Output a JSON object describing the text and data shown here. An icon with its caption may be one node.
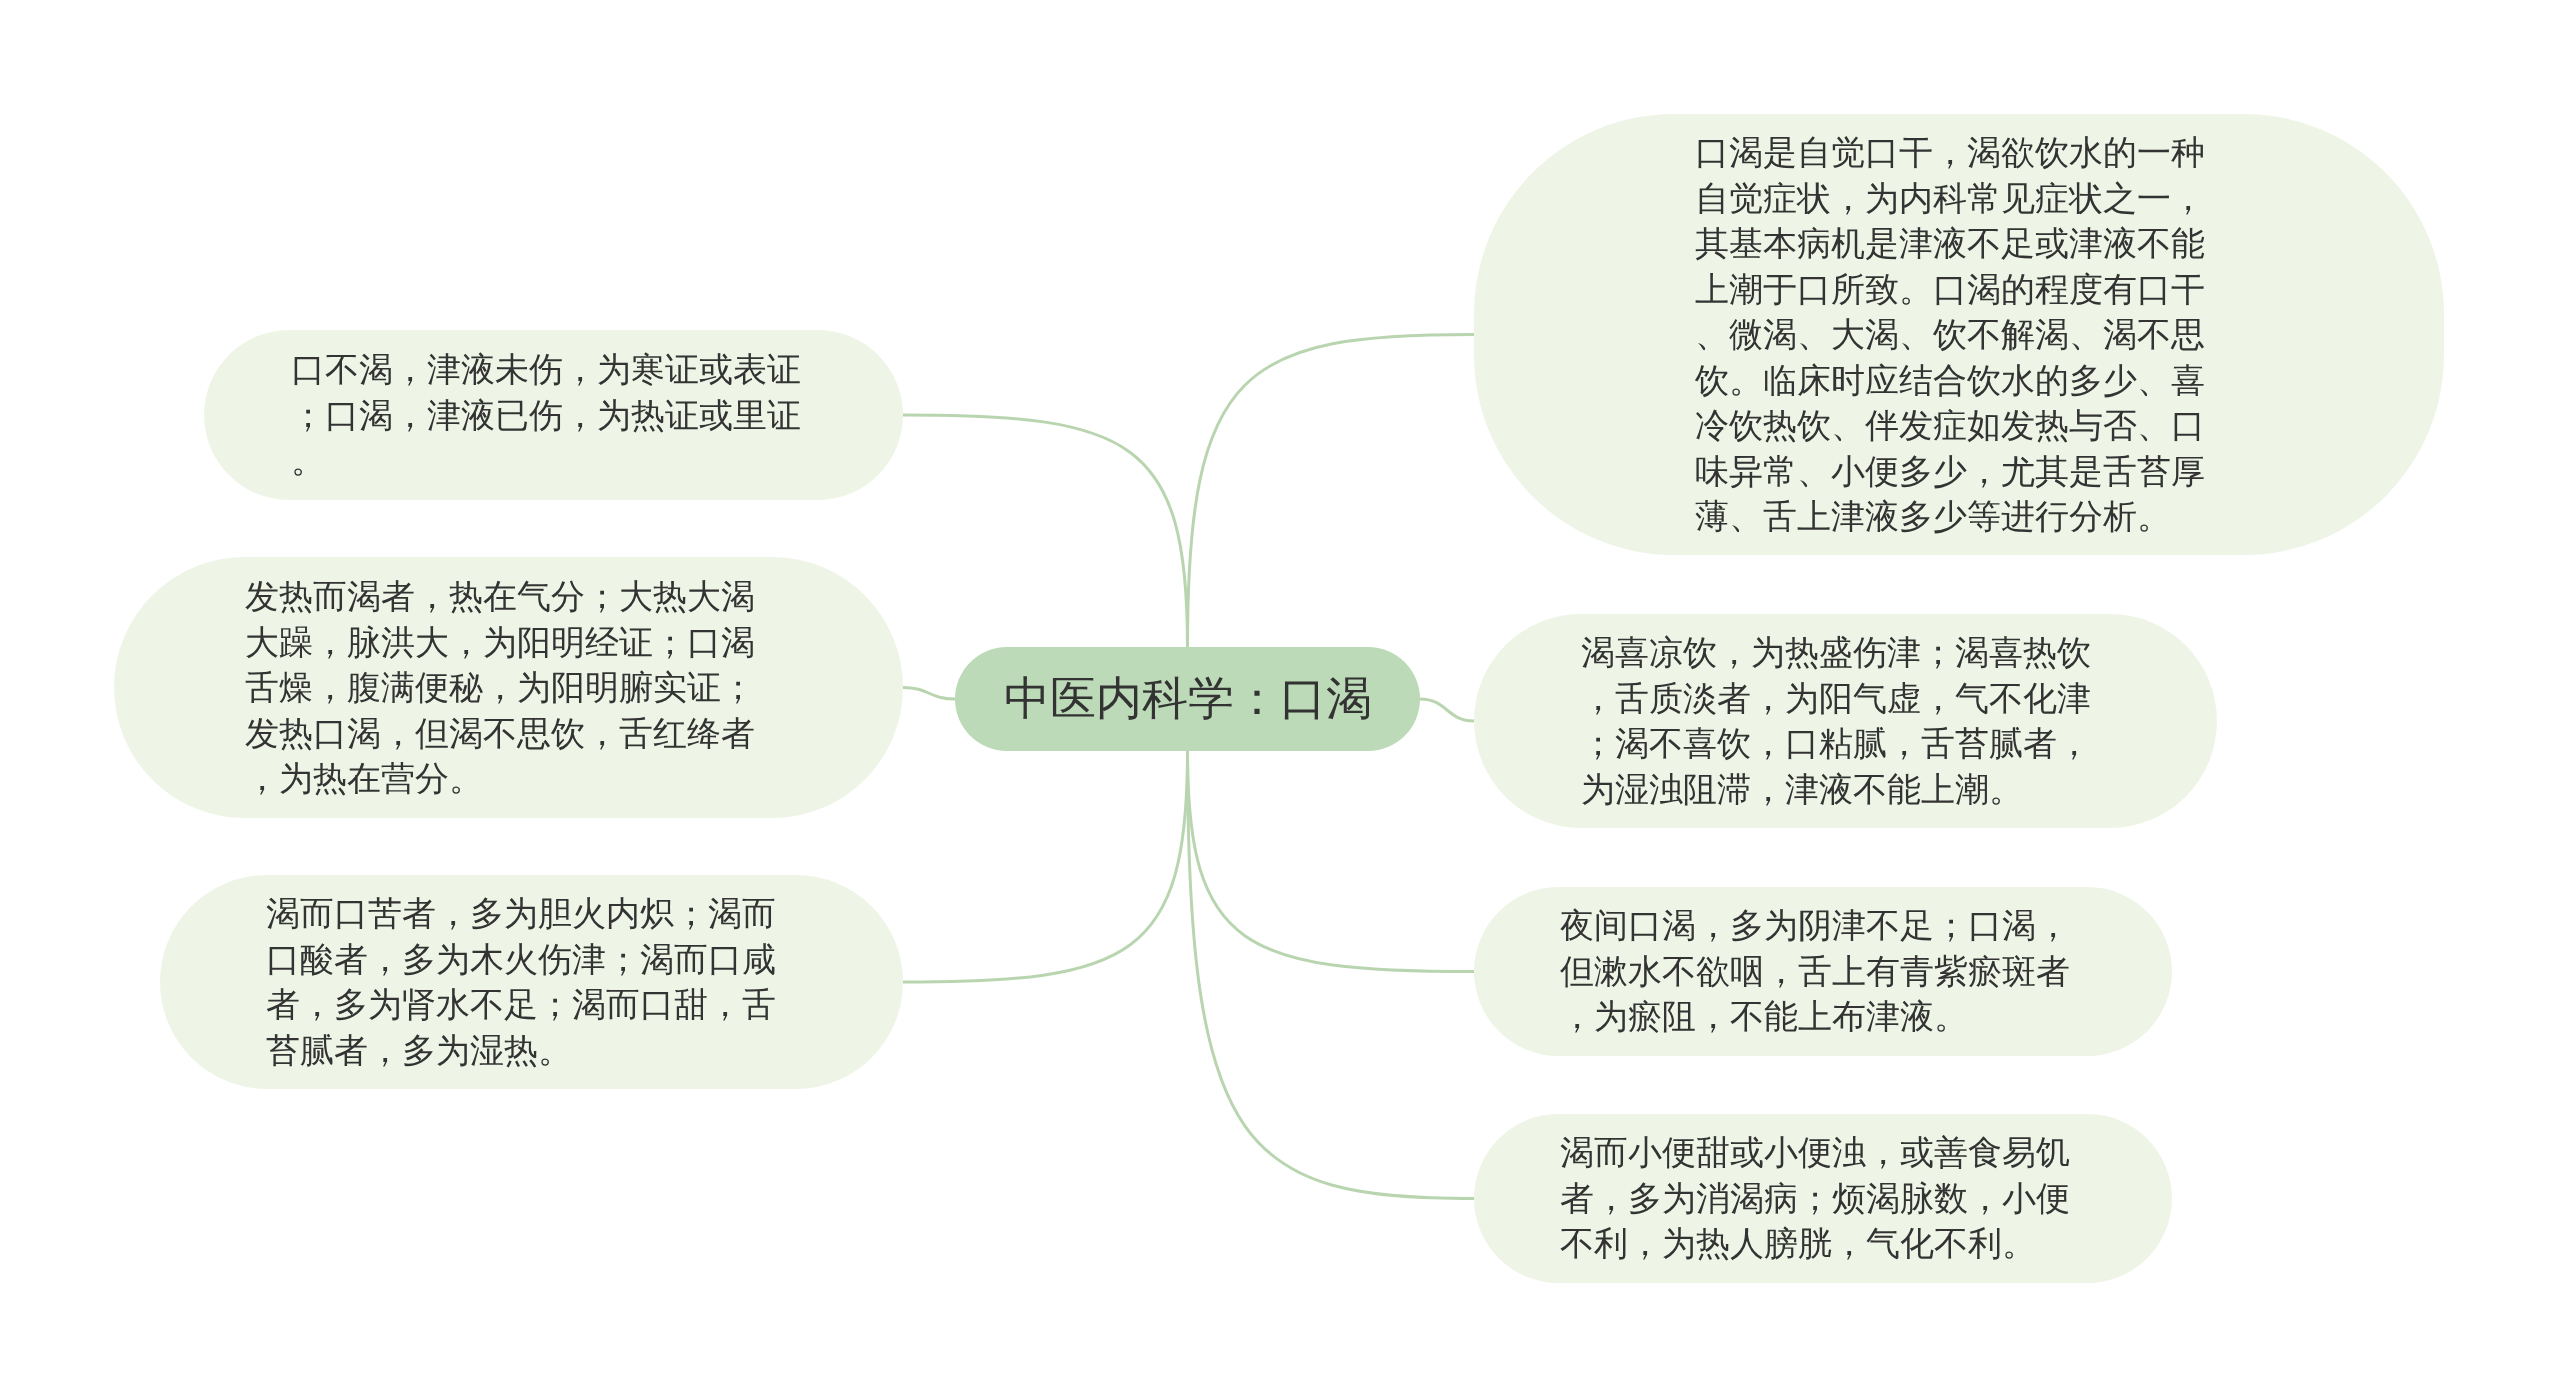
{
  "diagram": {
    "nodes": [
      {
        "text": [
          "中医内科学：口渴"
        ]
      },
      {
        "text": [
          "口渴是自觉口干，渴欲饮水的一种自觉症状，为内科常见症状之一，其基本病机是津液不足或津液不能上潮于口所致。口渴的程度有口干、微渴、大渴、饮不解渴、渴不思饮。临床时应结合饮水的多少、喜冷饮热饮、伴发症如发热与否、口味异常、小便多少，尤其是舌苔厚薄、舌上津液多少等进行分析。"
        ]
      },
      {
        "text": [
          "渴喜凉饮，为热盛伤津；渴喜热饮，舌质淡者，为阳气虚，气不化津；渴不喜饮，口粘腻，舌苔腻者，为湿浊阻滞，津液不能上潮。"
        ]
      },
      {
        "text": [
          "夜间口渴，多为阴津不足；口渴，但漱水不欲咽，舌上有青紫瘀斑者，为瘀阻，不能上布津液。"
        ]
      },
      {
        "text": [
          "渴而小便甜或小便浊，或善食易饥者，多为消渴病；烦渴脉数，小便不利，为热人膀胱，气化不利。"
        ]
      },
      {
        "text": [
          "口不渴，津液未伤，为寒证或表证；口渴，津液已伤，为热证或里证。"
        ]
      },
      {
        "text": [
          "发热而渴者，热在气分；大热大渴大躁，脉洪大，为阳明经证；口渴舌燥，腹满便秘，为阳明腑实证；发热口渴，但渴不思饮，舌红绛者，为热在营分。"
        ]
      },
      {
        "text": [
          "渴而口苦者，多为胆火内炽；渴而口酸者，多为木火伤津；渴而口咸者，多为肾水不足；渴而口甜，舌苔腻者，多为湿热。"
        ]
      }
    ],
    "edges": [
      {
        "from": 0,
        "to": 1,
        "arrow": "none"
      },
      {
        "from": 0,
        "to": 2,
        "arrow": "none"
      },
      {
        "from": 0,
        "to": 3,
        "arrow": "none"
      },
      {
        "from": 0,
        "to": 4,
        "arrow": "none"
      },
      {
        "from": 0,
        "to": 5,
        "arrow": "none"
      },
      {
        "from": 0,
        "to": 6,
        "arrow": "none"
      },
      {
        "from": 0,
        "to": 7,
        "arrow": "none"
      }
    ]
  }
}
